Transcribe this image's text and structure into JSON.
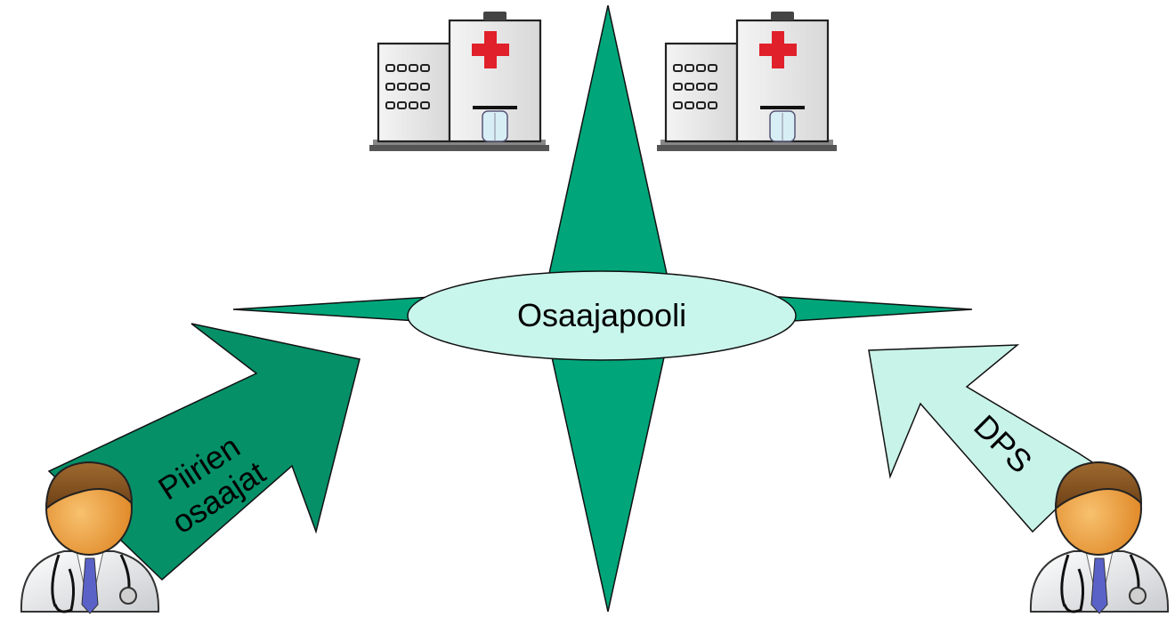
{
  "center_label": "Osaajapooli",
  "left_arrow_label_line1": "Piirien",
  "left_arrow_label_line2": "osaajat",
  "right_arrow_label": "DPS",
  "icons": {
    "hospital": "hospital-icon",
    "doctor": "doctor-icon"
  },
  "colors": {
    "star_fill": "#00a67a",
    "arrow_left_fill": "#059068",
    "arrow_right_fill": "#c8f3e8",
    "ellipse_fill": "#c9f6ec",
    "outline": "#1a1a1a",
    "cross": "#e0202a",
    "skin": "#f2a64a",
    "hair": "#8a5a2a"
  }
}
